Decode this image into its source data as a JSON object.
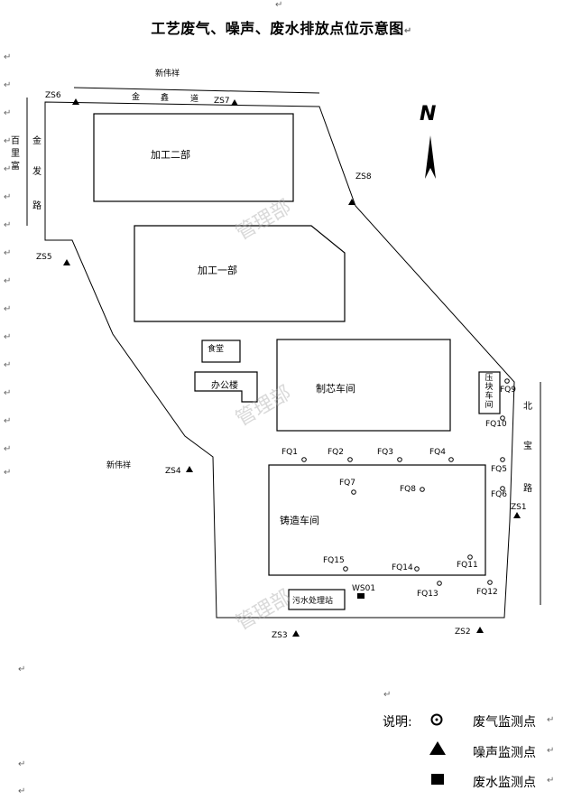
{
  "title": "工艺废气、噪声、废水排放点位示意图",
  "north": "N",
  "paragraph_mark": "↵",
  "watermark": "管理部",
  "roads": {
    "top_outer": "新伟祥",
    "top_inner": [
      "金",
      "鑫",
      "道"
    ],
    "left_outer": [
      "百",
      "里",
      "富"
    ],
    "left_inner": [
      "金",
      "发",
      "路"
    ],
    "right": [
      "北",
      "宝",
      "路"
    ],
    "bottom_left": "新伟祥"
  },
  "buildings": {
    "processing_2": "加工二部",
    "processing_1": "加工一部",
    "canteen": "食堂",
    "office": "办公楼",
    "core_workshop": "制芯车间",
    "casting_workshop": "铸造车间",
    "press_block": [
      "压",
      "块",
      "车",
      "间"
    ],
    "wastewater_station": "污水处理站"
  },
  "noise_points": [
    "ZS1",
    "ZS2",
    "ZS3",
    "ZS4",
    "ZS5",
    "ZS6",
    "ZS7",
    "ZS8"
  ],
  "gas_points": [
    "FQ1",
    "FQ2",
    "FQ3",
    "FQ4",
    "FQ5",
    "FQ6",
    "FQ7",
    "FQ8",
    "FQ9",
    "FQ10",
    "FQ11",
    "FQ12",
    "FQ13",
    "FQ14",
    "FQ15"
  ],
  "water_points": [
    "WS01"
  ],
  "legend": {
    "prefix": "说明:",
    "gas": "废气监测点",
    "noise": "噪声监测点",
    "water": "废水监测点"
  }
}
